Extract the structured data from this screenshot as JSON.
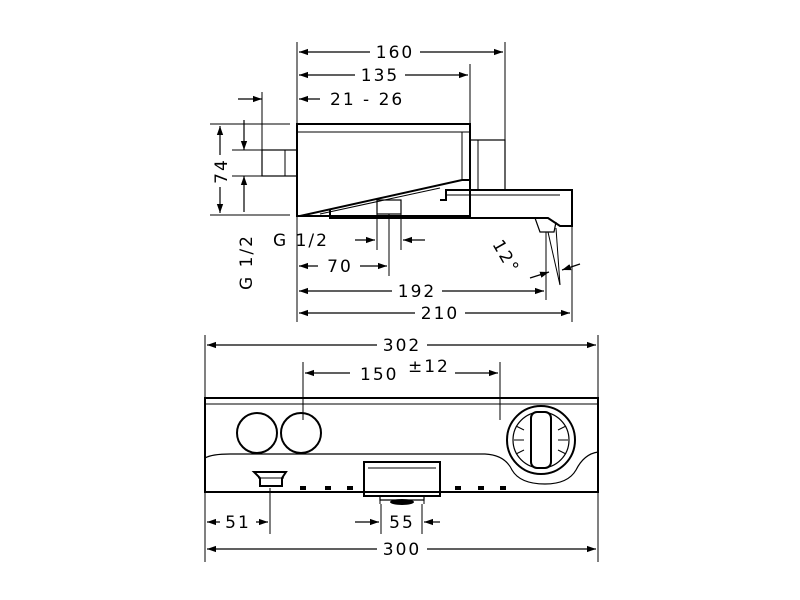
{
  "side_view": {
    "dim_160": "160",
    "dim_135": "135",
    "dim_21_26": "21 - 26",
    "dim_74": "74",
    "dim_g12_vertical": "G 1/2",
    "dim_g12_outlet": "G 1/2",
    "dim_70": "70",
    "dim_192": "192",
    "dim_210": "210",
    "angle_12": "12°"
  },
  "front_view": {
    "dim_302": "302",
    "dim_150": "150",
    "dim_tolerance": "±12",
    "dim_51": "51",
    "dim_55": "55",
    "dim_300": "300"
  }
}
